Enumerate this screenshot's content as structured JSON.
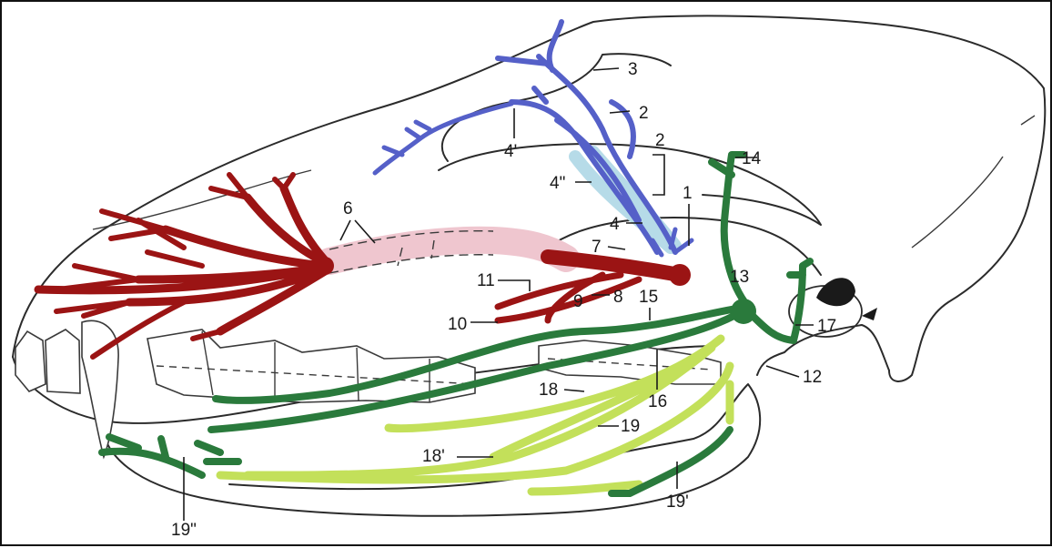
{
  "colors": {
    "maxillary_red": "#9b1414",
    "infraorbital_pink": "#efc6cf",
    "ophthalmic_blue": "#5560c8",
    "ophthalmic_lightblue": "#b6dbe8",
    "mandibular_darkgreen": "#2a7a3c",
    "mandibular_lightgreen": "#c3e05a"
  },
  "labels": {
    "l1": "1",
    "l2a": "2",
    "l2b": "2",
    "l3": "3",
    "l4": "4",
    "l4p": "4'",
    "l4pp": "4\"",
    "l6": "6",
    "l7": "7",
    "l8": "8",
    "l9": "9",
    "l10": "10",
    "l11": "11",
    "l12": "12",
    "l13": "13",
    "l14": "14",
    "l15": "15",
    "l16": "16",
    "l17": "17",
    "l18": "18",
    "l18p": "18'",
    "l19": "19",
    "l19p": "19'",
    "l19pp": "19\""
  }
}
